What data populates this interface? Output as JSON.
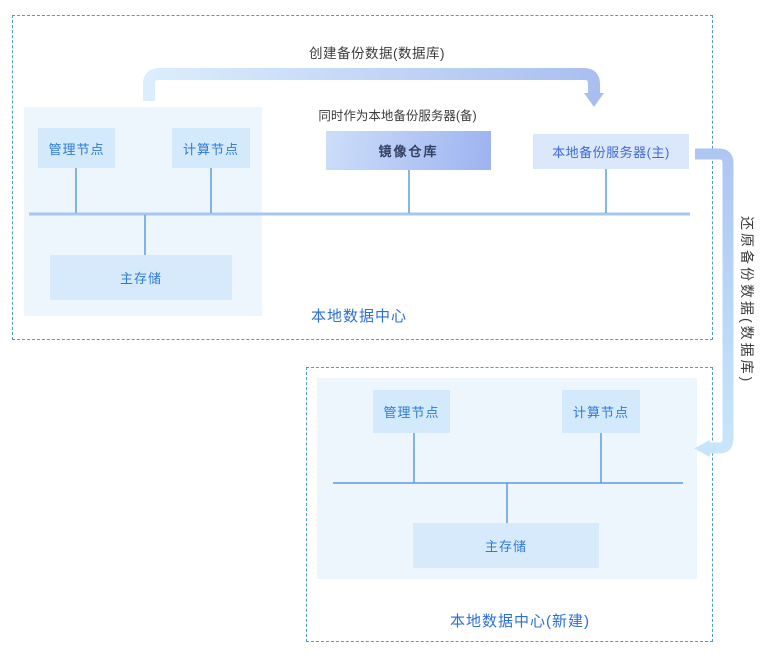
{
  "diagram": {
    "top_flow_label": "创建备份数据(数据库)",
    "mirror_note": "同时作为本地备份服务器(备)",
    "restore_flow_label": "还原备份数据(数据库)",
    "local_dc": {
      "label": "本地数据中心",
      "nodes": {
        "management": "管理节点",
        "compute": "计算节点",
        "image_repository": "镜像仓库",
        "local_backup_primary": "本地备份服务器(主)",
        "primary_storage": "主存储"
      }
    },
    "new_local_dc": {
      "label": "本地数据中心(新建)",
      "nodes": {
        "management": "管理节点",
        "compute": "计算节点",
        "primary_storage": "主存储"
      }
    }
  },
  "colors": {
    "dashed_border": "#4d96e8",
    "panel_bg": "#eef6fd",
    "node_bg": "#d3e9fc",
    "node_text": "#2e7ad8",
    "image_repo_gradient_start": "#cddef9",
    "image_repo_gradient_end": "#9db3f0",
    "image_repo_text": "#333f63",
    "backup_primary_bg": "#dbe7fa",
    "backup_primary_text": "#3f6ad8",
    "dc_label_text": "#2b6fd9",
    "flow_text": "#3c3c3c",
    "bus_line_top": "#a6c8ee",
    "connector_line": "#5b9de0",
    "create_arrow_gradient_start": "#daeefd",
    "create_arrow_gradient_end": "#a9bef0",
    "restore_arrow_gradient_start": "#aec6f2",
    "restore_arrow_gradient_end": "#c9e6fb"
  }
}
